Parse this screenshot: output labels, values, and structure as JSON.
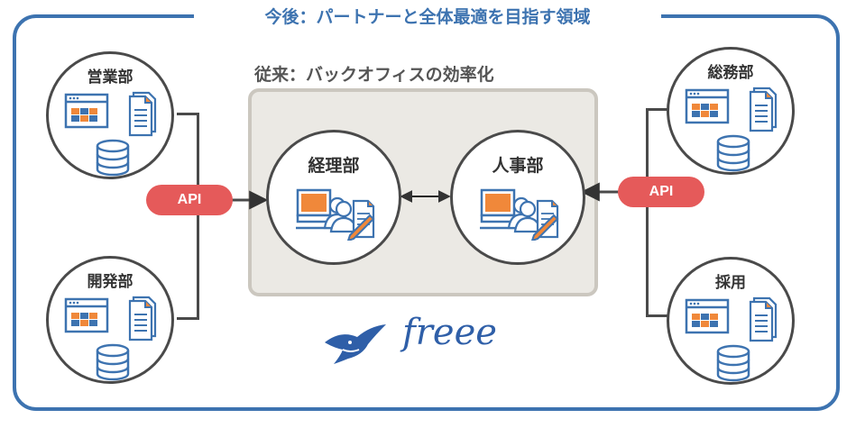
{
  "outer": {
    "title": "今後：パートナーと全体最適を目指す領域"
  },
  "inner": {
    "title": "従来：バックオフィスの効率化"
  },
  "departments": {
    "sales": "営業部",
    "development": "開発部",
    "general_affairs": "総務部",
    "recruiting": "採用",
    "accounting": "経理部",
    "hr": "人事部"
  },
  "api": {
    "left": "API",
    "right": "API"
  },
  "brand": {
    "name": "freee"
  },
  "colors": {
    "frame": "#3d73b0",
    "api": "#e55a5a",
    "inner_bg": "#ebe9e4",
    "accent_orange": "#f0883a"
  }
}
